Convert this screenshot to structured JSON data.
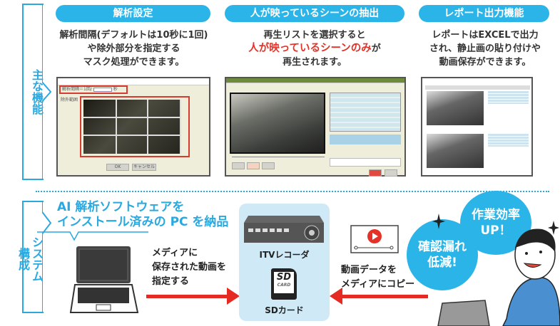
{
  "features": {
    "side_label": "主な機能",
    "items": [
      {
        "title": "解析設定",
        "desc": [
          "解析間隔(デフォルトは10秒に1回)",
          "や除外部分を指定する",
          "マスク処理ができます。"
        ],
        "screen": {
          "interval_label": "解析間隔＝1回/",
          "unit": "秒",
          "exclude_label": "除外範囲",
          "ok": "OK",
          "cancel": "キャンセル"
        }
      },
      {
        "title": "人が映っているシーンの抽出",
        "desc_pre": "再生リストを選択すると",
        "desc_highlight": "人が映っているシーンのみ",
        "desc_highlight_suffix": "が",
        "desc_post": "再生されます。"
      },
      {
        "title": "レポート出力機能",
        "desc": [
          "レポートはEXCELで出力",
          "され、静止画の貼り付けや",
          "動画保存ができます。"
        ]
      }
    ]
  },
  "system": {
    "side_label": "システム構成",
    "heading": [
      "AI 解析ソフトウェアを",
      "インストール済みの PC を納品"
    ],
    "pc_text": [
      "メディアに",
      "保存された動画を",
      "指定する"
    ],
    "recorder_label": "ITVレコーダ",
    "sd_label": "SDカード",
    "sd_card_text": "SD",
    "sd_card_sub": "CARD",
    "copy_text": [
      "動画データを",
      "メディアにコピー"
    ],
    "bubbles": [
      [
        "作業効率",
        "UP！"
      ],
      [
        "確認漏れ",
        "低減!"
      ]
    ]
  },
  "colors": {
    "accent": "#2bb4e7",
    "arrow": "#e52a24",
    "panel": "#cfe9f7"
  }
}
